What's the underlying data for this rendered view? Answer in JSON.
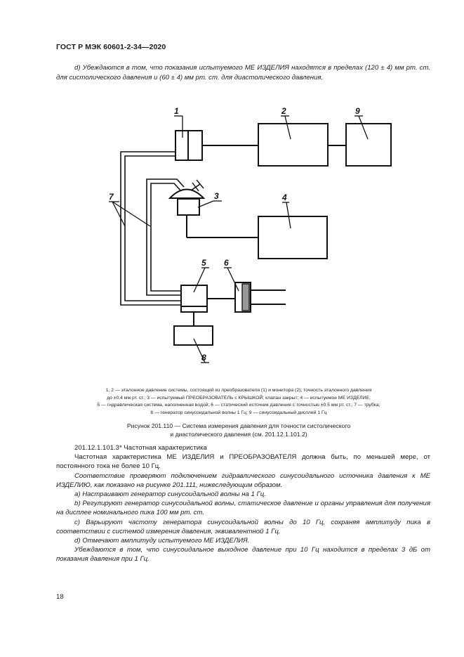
{
  "header": "ГОСТ Р МЭК 60601-2-34—2020",
  "intro": "d) Убеждаются в том, что показания испытуемого МЕ ИЗДЕЛИЯ находятся в пределах (120 ± 4) мм рт. ст. для систолического давления и (60 ± 4) мм рт. ст. для диастолического давления.",
  "figure": {
    "labels": {
      "l1": "1",
      "l2": "2",
      "l9": "9",
      "l3": "3",
      "l4": "4",
      "l7": "7",
      "l5": "5",
      "l6": "6",
      "l8": "8"
    }
  },
  "legend": {
    "line1": "1, 2 — эталонное давление системы, состоящей из преобразователя (1) и монитора (2); точность эталонного давления",
    "line2": "до ±0,4 мм рт. ст.; 3 — испытуемый ПРЕОБРАЗОВАТЕЛЬ с КРЫШКОЙ; клапан закрыт; 4 — испытуемое МЕ ИЗДЕЛИЕ;",
    "line3": "5 — гидравлическая система, наполненная водой; 6 — статический источник давления с точностью ±0.5 мм рт. ст.; 7 — трубка;",
    "line4": "8 — генератор синусоидальной волны 1 Гц; 9 — синусоидальный дисплей 1 Гц"
  },
  "caption": {
    "line1": "Рисунок 201.110 — Система измерения давления для точности систолического",
    "line2": "и диастолического давления (см. 201.12.1.101.2)"
  },
  "body": {
    "section": "201.12.1.101.3* Частотная характеристика",
    "p1": "Частотная характеристика МЕ ИЗДЕЛИЯ и ПРЕОБРАЗОВАТЕЛЯ должна быть, по меньшей мере, от постоянного тока не более 10 Гц.",
    "p2": "Соответствие проверяют подключением гидравлического синусоидального источника давления к МЕ ИЗДЕЛИЮ, как показано на рисунке 201.111, нижеследующим образом.",
    "a": "a) Настраивают генератор синусоидальной волны на 1 Гц.",
    "b": "b) Регулируют генератор синусоидальной волны, статическое давление и органы управления для получения на дисплее номинального пика 100 мм рт. ст.",
    "c": "c) Варьируют частоту генератора синусоидальной волны до 10 Гц, сохраняя амплитуду пика в соответствии с системой измерения давления, эквивалентной 1 Гц.",
    "d": "d) Отмечают амплитуду испытуемого МЕ ИЗДЕЛИЯ.",
    "p3": "Убеждаются в том, что синусоидальное выходное давление при 10 Гц находится в пределах 3 дБ от показания давления при 1 Гц."
  },
  "page_number": "18"
}
